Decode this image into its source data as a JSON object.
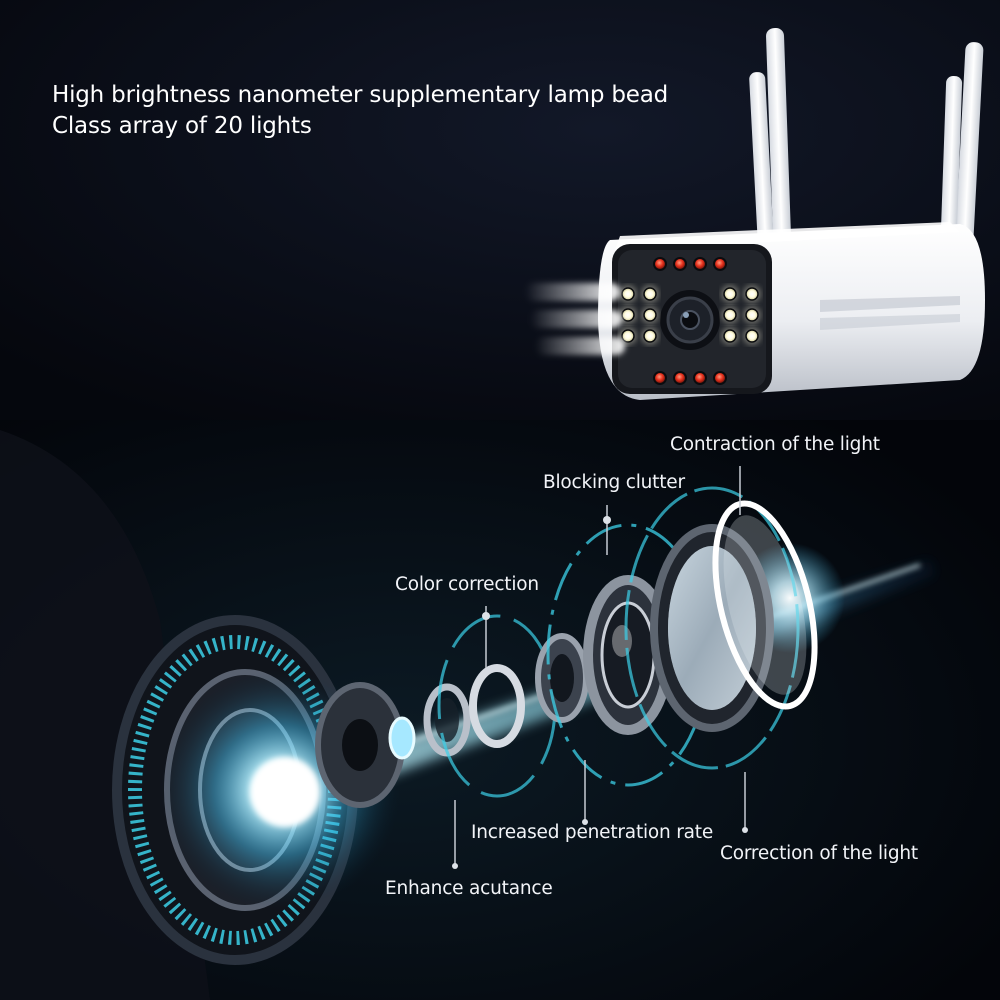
{
  "headline": {
    "line1": "High brightness nanometer supplementary lamp bead",
    "line2": "Class array of 20 lights"
  },
  "callouts": {
    "contraction": "Contraction of the light",
    "blocking": "Blocking clutter",
    "color": "Color correction",
    "penetration": "Increased penetration rate",
    "correction": "Correction of the light",
    "acutance": "Enhance acutance"
  },
  "led_array": {
    "total_lights": 20,
    "white_leds": 12,
    "red_ir_leds": 8
  },
  "colors": {
    "background": "#070a12",
    "glow": "#7fe8ff",
    "white_led": "#fffbe0",
    "red_led": "#e8321e",
    "camera_body": "#f2f3f5"
  }
}
